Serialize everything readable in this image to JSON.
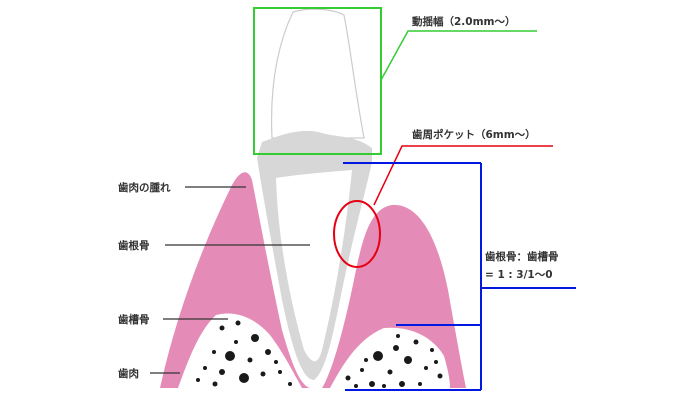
{
  "labels": {
    "mobility": "動揺幅（2.0mm〜）",
    "pocket": "歯周ポケット（6mm〜）",
    "ratio_line1": "歯根骨：歯槽骨",
    "ratio_line2": "= 1 : 3/1〜0",
    "gum_swelling": "歯肉の腫れ",
    "root_bone": "歯根骨",
    "alveolar_bone": "歯槽骨",
    "gum": "歯肉"
  },
  "colors": {
    "gum": "#e48cb7",
    "bone_fill": "#ffffff",
    "tooth_outline": "#cccccc",
    "root": "#d7d7d7",
    "pore": "#1a1a1a",
    "mobility_box": "#33cc33",
    "pocket_marker": "#e60012",
    "bone_level_marker": "#0018e0",
    "text": "#333333"
  }
}
